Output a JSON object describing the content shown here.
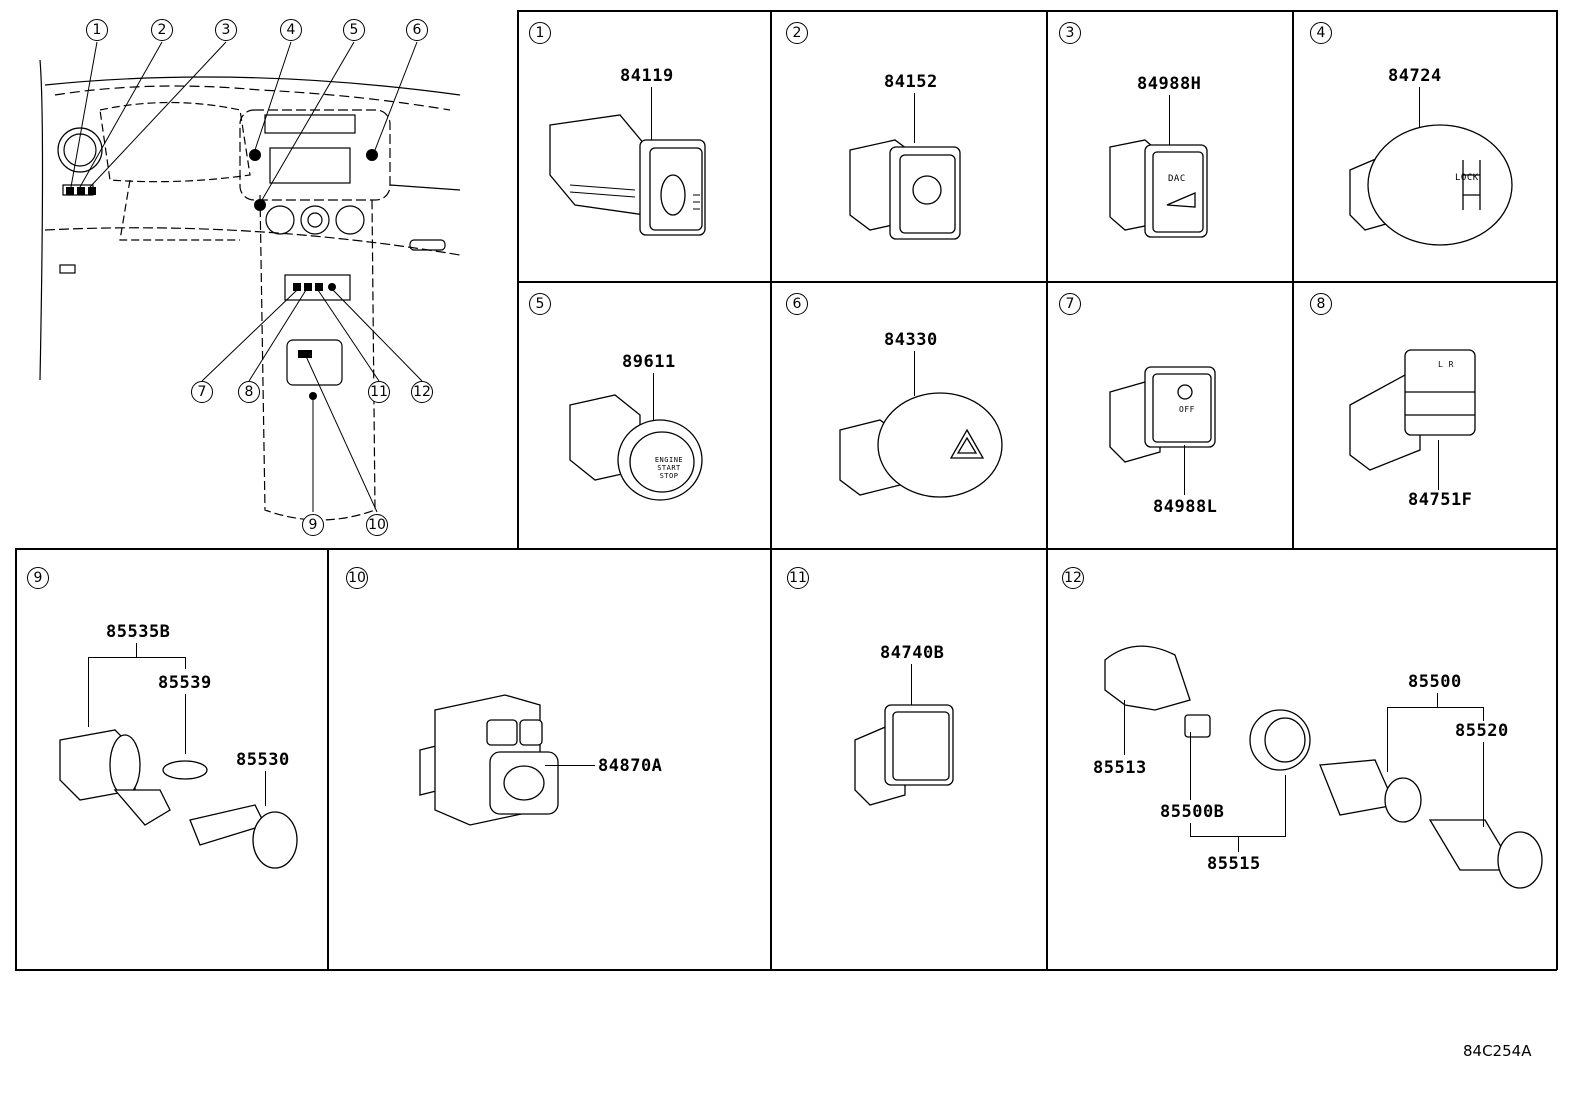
{
  "overview": {
    "callouts": [
      "1",
      "2",
      "3",
      "4",
      "5",
      "6",
      "7",
      "8",
      "11",
      "12",
      "9",
      "10"
    ]
  },
  "cells": [
    {
      "index": "1",
      "part": "84119",
      "icon": "dimmer-switch-icon"
    },
    {
      "index": "2",
      "part": "84152",
      "icon": "headlamp-leveling-switch-icon"
    },
    {
      "index": "3",
      "part": "84988H",
      "icon": "dac-switch-icon",
      "icon_text": "DAC"
    },
    {
      "index": "4",
      "part": "84724",
      "icon": "lock-switch-icon",
      "icon_text": "LOCK"
    },
    {
      "index": "5",
      "part": "89611",
      "icon": "engine-start-button-icon",
      "icon_text": "ENGINE START STOP"
    },
    {
      "index": "6",
      "part": "84330",
      "icon": "hazard-switch-icon"
    },
    {
      "index": "7",
      "part": "84988L",
      "icon": "vsc-off-switch-icon",
      "icon_text": "OFF"
    },
    {
      "index": "8",
      "part": "84751F",
      "icon": "seat-heater-switch-icon",
      "icon_text": "L R"
    },
    {
      "index": "9",
      "parts": [
        "85535B",
        "85539",
        "85530"
      ],
      "icon": "power-outlet-icon"
    },
    {
      "index": "10",
      "part": "84870A",
      "icon": "mirror-switch-icon"
    },
    {
      "index": "11",
      "part": "84740B",
      "icon": "cruise-switch-icon"
    },
    {
      "index": "12",
      "parts": [
        "85513",
        "85500",
        "85520",
        "85500B",
        "85515"
      ],
      "icon": "cigarette-lighter-icon"
    }
  ],
  "diagram_code": "84C254A"
}
